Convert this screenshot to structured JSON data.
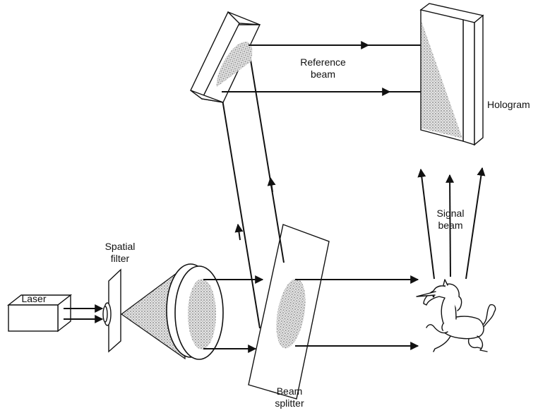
{
  "labels": {
    "laser": "Laser",
    "spatial_filter_line1": "Spatial",
    "spatial_filter_line2": "filter",
    "reference_beam_line1": "Reference",
    "reference_beam_line2": "beam",
    "hologram": "Hologram",
    "signal_beam_line1": "Signal",
    "signal_beam_line2": "beam",
    "beam_splitter_line1": "Beam",
    "beam_splitter_line2": "splitter"
  },
  "colors": {
    "ink": "#111111",
    "stipple": "#9a9a9a"
  }
}
